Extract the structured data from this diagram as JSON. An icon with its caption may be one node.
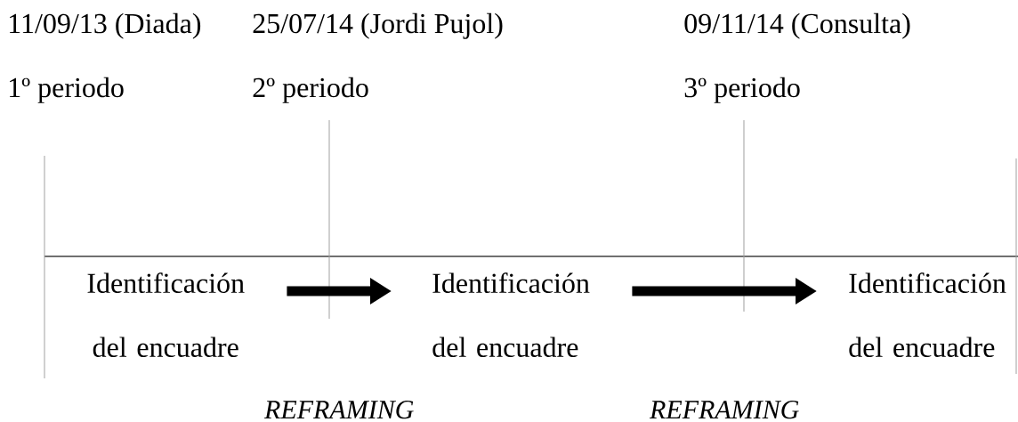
{
  "diagram": {
    "nodes": [
      {
        "text": [
          "Identificación del encuadre"
        ]
      },
      {
        "text": [
          "Identificación del encuadre"
        ]
      },
      {
        "text": [
          "Identificación del encuadre"
        ]
      }
    ],
    "edges": [
      {
        "from": 0,
        "to": 1,
        "arrow": "to",
        "label": "REFRAMING"
      },
      {
        "from": 1,
        "to": 2,
        "arrow": "to",
        "label": "REFRAMING"
      }
    ],
    "labels": [
      "11/09/13 (Diada)",
      "25/07/14 (Jordi Pujol)",
      "09/11/14 (Consulta)",
      "1º periodo",
      "2º periodo",
      "3º periodo"
    ]
  }
}
